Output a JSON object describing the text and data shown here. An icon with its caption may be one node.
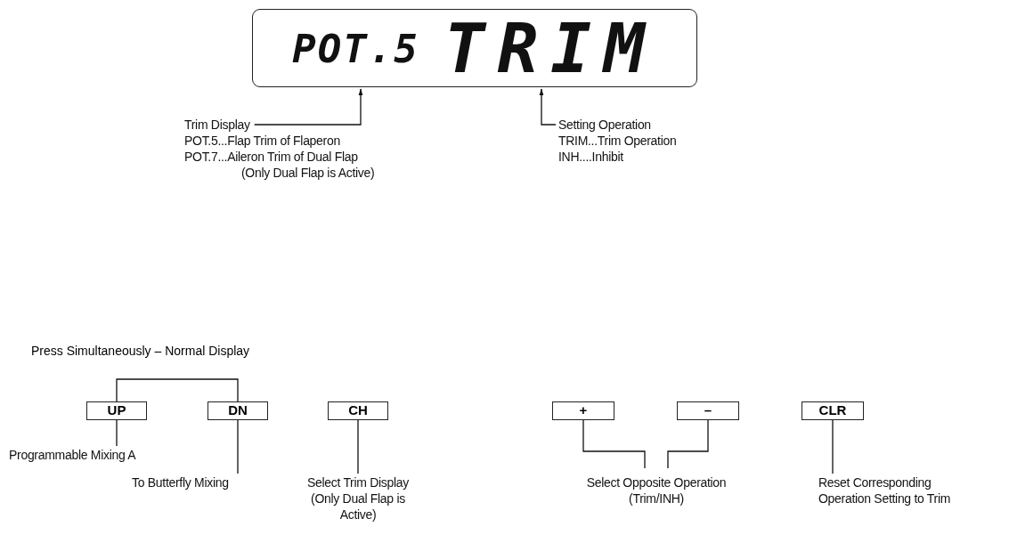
{
  "diagram": {
    "nodes": [
      {
        "text": [
          "POT.5",
          "TRIM"
        ]
      },
      {
        "text": [
          "Trim Display",
          "POT.5...Flap Trim of Flaperon",
          "POT.7...Aileron Trim of Dual Flap",
          "(Only Dual Flap is Active)"
        ]
      },
      {
        "text": [
          "Setting Operation",
          "TRIM...Trim Operation",
          "INH....Inhibit"
        ]
      },
      {
        "text": [
          "UP"
        ]
      },
      {
        "text": [
          "DN"
        ]
      },
      {
        "text": [
          "CH"
        ]
      },
      {
        "text": [
          "+"
        ]
      },
      {
        "text": [
          "–"
        ]
      },
      {
        "text": [
          "CLR"
        ]
      },
      {
        "text": [
          "Programmable Mixing A"
        ]
      },
      {
        "text": [
          "To Butterfly Mixing"
        ]
      },
      {
        "text": [
          "Select Trim Display (Only Dual Flap is Active)"
        ]
      },
      {
        "text": [
          "Select Opposite Operation (Trim/INH)"
        ]
      },
      {
        "text": [
          "Reset Corresponding Operation Setting to Trim"
        ]
      }
    ],
    "edges": [
      {
        "from": 1,
        "to": 0,
        "arrow": "to"
      },
      {
        "from": 2,
        "to": 0,
        "arrow": "to"
      },
      {
        "from": 3,
        "to": 4,
        "arrow": "none",
        "label": "Press Simultaneously – Normal Display"
      },
      {
        "from": 3,
        "to": 9,
        "arrow": "none"
      },
      {
        "from": 4,
        "to": 10,
        "arrow": "none"
      },
      {
        "from": 5,
        "to": 11,
        "arrow": "none"
      },
      {
        "from": 6,
        "to": 12,
        "arrow": "none"
      },
      {
        "from": 7,
        "to": 12,
        "arrow": "none"
      },
      {
        "from": 8,
        "to": 13,
        "arrow": "none"
      }
    ]
  }
}
